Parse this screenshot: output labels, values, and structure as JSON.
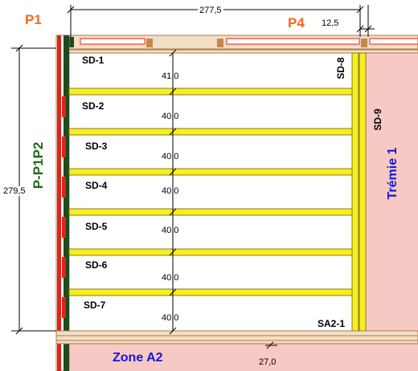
{
  "labels": {
    "p1": "P1",
    "p4": "P4",
    "side_wall": "P-P1P2",
    "tremie": "Trémie 1",
    "zone": "Zone A2",
    "sa": "SA2-1",
    "sd8": "SD-8",
    "sd9": "SD-9"
  },
  "dimensions": {
    "top_length": "277,5",
    "top_small": "12,5",
    "left_height": "279,5",
    "bottom_zone": "27,0"
  },
  "joists": [
    {
      "label": "SD-1",
      "spacing": "41,0"
    },
    {
      "label": "SD-2",
      "spacing": "40,0"
    },
    {
      "label": "SD-3",
      "spacing": "40,0"
    },
    {
      "label": "SD-4",
      "spacing": "40,0"
    },
    {
      "label": "SD-5",
      "spacing": "40,0"
    },
    {
      "label": "SD-6",
      "spacing": "40,0"
    },
    {
      "label": "SD-7",
      "spacing": "40,0"
    }
  ],
  "colors": {
    "beam": "#f7ef1e",
    "beam_edge": "#8a7a2a",
    "opening": "#f7c9c4",
    "wall_red": "#e0231a",
    "wall_green": "#1f4a1f",
    "timber": "#f2dfc6",
    "timber_edge": "#b07a48"
  }
}
